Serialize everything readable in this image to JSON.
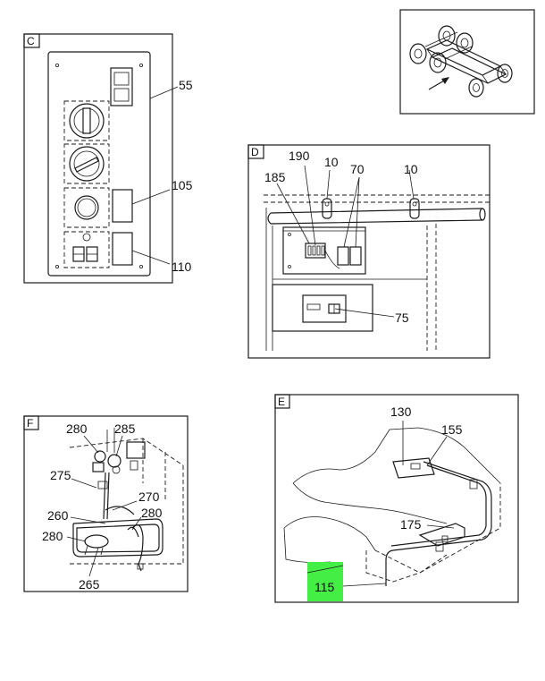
{
  "colors": {
    "line": "#1a1a1a",
    "highlight": "#44ee44"
  },
  "panels": {
    "c": {
      "tag": "C",
      "callouts": [
        "55",
        "105",
        "110"
      ]
    },
    "d": {
      "tag": "D",
      "callouts": [
        "190",
        "10",
        "70",
        "10",
        "185",
        "75"
      ]
    },
    "f": {
      "tag": "F",
      "callouts": [
        "280",
        "285",
        "275",
        "270",
        "280",
        "260",
        "280",
        "265"
      ]
    },
    "e": {
      "tag": "E",
      "callouts": [
        "130",
        "155",
        "175"
      ],
      "highlighted_callout": "115"
    }
  }
}
